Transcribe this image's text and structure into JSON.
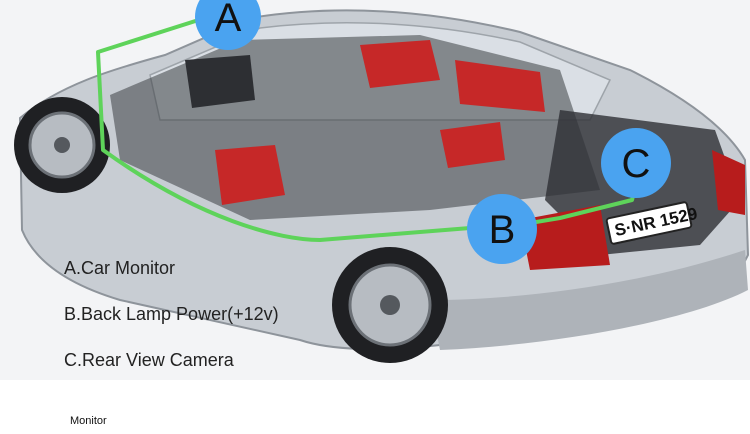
{
  "diagram": {
    "markers": [
      {
        "id": "A",
        "label": "A"
      },
      {
        "id": "B",
        "label": "B"
      },
      {
        "id": "C",
        "label": "C"
      }
    ],
    "legend": [
      "A.Car Monitor",
      "B.Back Lamp Power(+12v)",
      "C.Rear View Camera"
    ],
    "license_plate": "S·NR 1529",
    "caption": "Monitor"
  },
  "colors": {
    "marker_fill": "#4aa3f0",
    "wire": "#5ed35a",
    "car_body": "#c8cdd3",
    "seat_accent": "#c62828",
    "background": "#f3f4f6"
  },
  "icons": [
    "car-illustration",
    "wheel",
    "license-plate"
  ]
}
